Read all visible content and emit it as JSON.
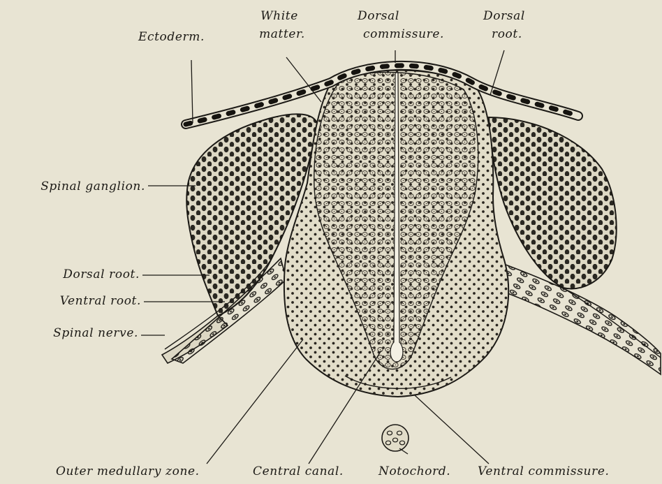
{
  "figure": {
    "background": "#e8e4d3",
    "ink": "#1c1a16",
    "stipple": "#2a2620"
  },
  "labels": {
    "ectoderm": "Ectoderm.",
    "white_matter_l1": "White",
    "white_matter_l2": "matter.",
    "dorsal_commissure_l1": "Dorsal",
    "dorsal_commissure_l2": "commissure.",
    "dorsal_root_top_l1": "Dorsal",
    "dorsal_root_top_l2": "root.",
    "spinal_ganglion": "Spinal ganglion.",
    "dorsal_root": "Dorsal root.",
    "ventral_root": "Ventral root.",
    "spinal_nerve": "Spinal nerve.",
    "outer_medullary_zone": "Outer medullary zone.",
    "central_canal": "Central canal.",
    "notochord": "Notochord.",
    "ventral_commissure": "Ventral commissure."
  }
}
